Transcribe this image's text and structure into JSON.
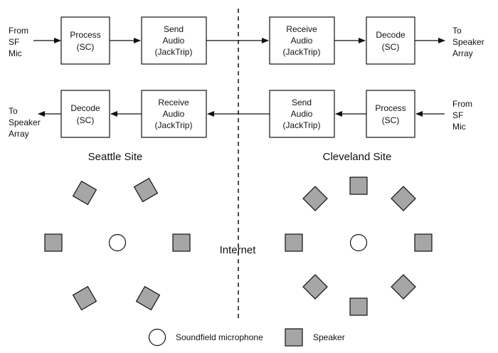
{
  "boxes": {
    "top_process": [
      "Process",
      "(SC)"
    ],
    "top_send": [
      "Send",
      "Audio",
      "(JackTrip)"
    ],
    "top_receive": [
      "Receive",
      "Audio",
      "(JackTrip)"
    ],
    "top_decode": [
      "Decode",
      "(SC)"
    ],
    "bottom_decode": [
      "Decode",
      "(SC)"
    ],
    "bottom_receive": [
      "Receive",
      "Audio",
      "(JackTrip)"
    ],
    "bottom_send": [
      "Send",
      "Audio",
      "(JackTrip)"
    ],
    "bottom_process": [
      "Process",
      "(SC)"
    ]
  },
  "endpoints": {
    "top_left": [
      "From",
      "SF",
      "Mic"
    ],
    "top_right": [
      "To",
      "Speaker",
      "Array"
    ],
    "bottom_left": [
      "To",
      "Speaker",
      "Array"
    ],
    "bottom_right": [
      "From",
      "SF",
      "Mic"
    ]
  },
  "sites": {
    "seattle": "Seattle Site",
    "cleveland": "Cleveland Site"
  },
  "internet_label": "Internet",
  "legend": {
    "microphone": "Soundfield microphone",
    "speaker": "Speaker"
  },
  "colors": {
    "speaker_fill": "#a6a6a6",
    "stroke": "#111111",
    "mic_fill": "#ffffff"
  }
}
